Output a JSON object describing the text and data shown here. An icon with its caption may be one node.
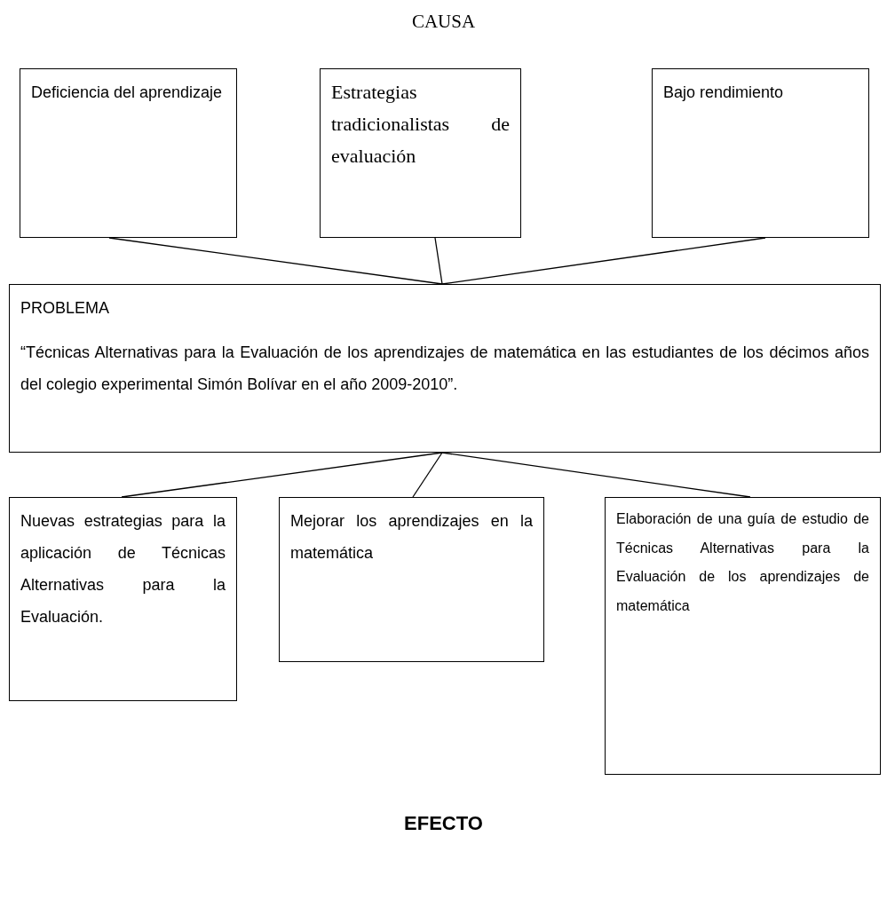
{
  "diagram": {
    "title": "CAUSA",
    "nodes": [
      {
        "text": [
          "Deficiencia del aprendizaje"
        ]
      },
      {
        "text": [
          "Estrategias tradicionalistas de evaluación"
        ]
      },
      {
        "text": [
          "Bajo rendimiento"
        ]
      },
      {
        "text": [
          "PROBLEMA",
          "“Técnicas Alternativas para la Evaluación de  los aprendizajes de matemática  en las estudiantes de los décimos años del colegio experimental Simón Bolívar en el año 2009-2010”."
        ]
      },
      {
        "text": [
          "Nuevas estrategias para la aplicación de Técnicas Alternativas para la Evaluación."
        ]
      },
      {
        "text": [
          "Mejorar los aprendizajes en la matemática"
        ]
      },
      {
        "text": [
          "Elaboración de una guía de estudio de Técnicas Alternativas para la Evaluación de los aprendizajes de matemática"
        ]
      }
    ],
    "edges": [
      {
        "from": 0,
        "to": 3,
        "arrow": "none"
      },
      {
        "from": 1,
        "to": 3,
        "arrow": "none"
      },
      {
        "from": 2,
        "to": 3,
        "arrow": "none"
      },
      {
        "from": 3,
        "to": 4,
        "arrow": "none"
      },
      {
        "from": 3,
        "to": 5,
        "arrow": "none"
      },
      {
        "from": 3,
        "to": 6,
        "arrow": "none"
      }
    ],
    "labels": [
      "EFECTO"
    ]
  }
}
